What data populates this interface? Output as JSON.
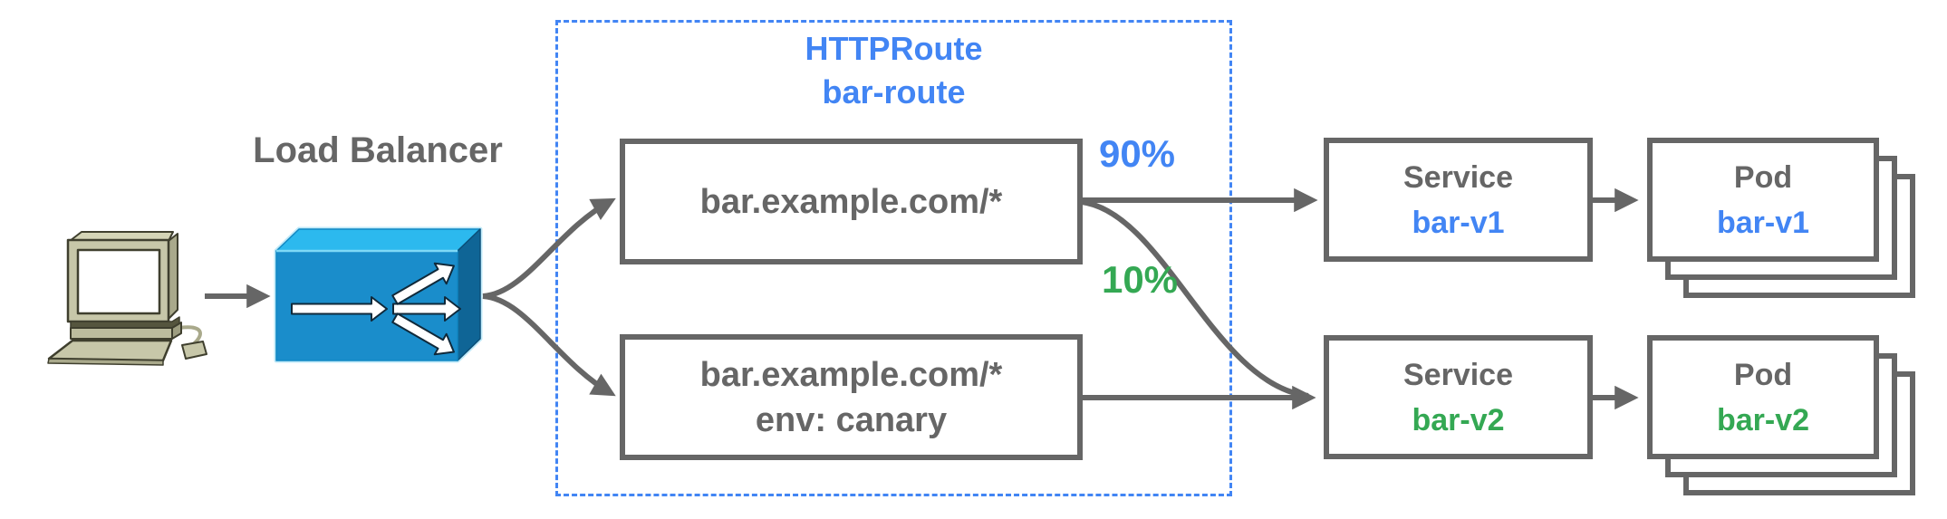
{
  "load_balancer": {
    "label": "Load Balancer"
  },
  "httproute": {
    "title_line1": "HTTPRoute",
    "title_line2": "bar-route",
    "rules": [
      {
        "lines": [
          "bar.example.com/*"
        ]
      },
      {
        "lines": [
          "bar.example.com/*",
          "env: canary"
        ]
      }
    ]
  },
  "weights": [
    {
      "value": "90%",
      "color": "#4285f4"
    },
    {
      "value": "10%",
      "color": "#34a853"
    }
  ],
  "services": [
    {
      "kind": "Service",
      "name": "bar-v1",
      "name_color": "#4285f4"
    },
    {
      "kind": "Service",
      "name": "bar-v2",
      "name_color": "#34a853"
    }
  ],
  "pods": [
    {
      "kind": "Pod",
      "name": "bar-v1",
      "name_color": "#4285f4"
    },
    {
      "kind": "Pod",
      "name": "bar-v2",
      "name_color": "#34a853"
    }
  ],
  "icons": {
    "client": "client-computer-icon",
    "load_balancer": "load-balancer-icon"
  },
  "colors": {
    "accent_blue": "#4285f4",
    "accent_green": "#34a853",
    "text_gray": "#666666",
    "line_gray": "#666666",
    "dashed_border": "#4285f4",
    "lb_front": "#1a8dcb",
    "lb_top": "#2cb9ee",
    "lb_side": "#0f6596",
    "client_body": "#c7c7a9"
  }
}
